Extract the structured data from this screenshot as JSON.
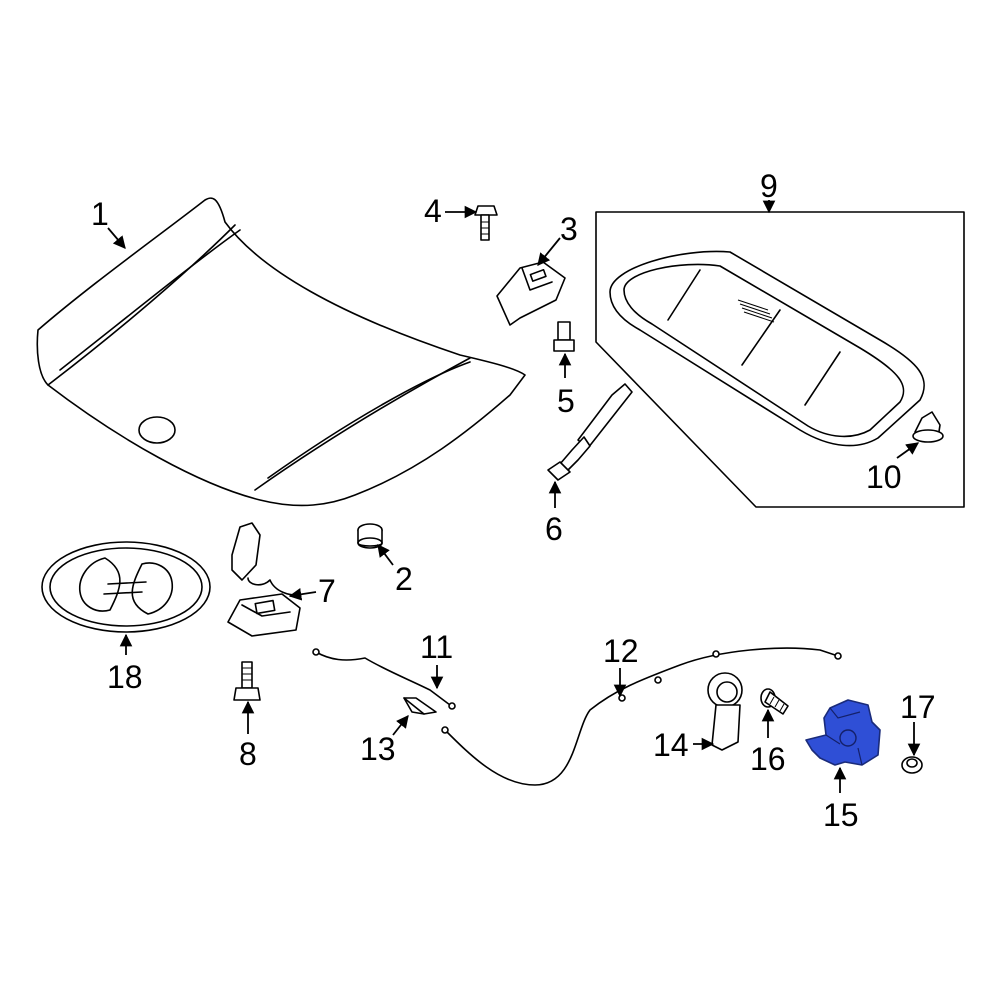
{
  "diagram": {
    "callouts": {
      "c1": "1",
      "c2": "2",
      "c3": "3",
      "c4": "4",
      "c5": "5",
      "c6": "6",
      "c7": "7",
      "c8": "8",
      "c9": "9",
      "c10": "10",
      "c11": "11",
      "c12": "12",
      "c13": "13",
      "c14": "14",
      "c15": "15",
      "c16": "16",
      "c17": "17",
      "c18": "18"
    },
    "highlight_color": "#2f4fd6",
    "line_color": "#000000",
    "background": "#ffffff"
  }
}
